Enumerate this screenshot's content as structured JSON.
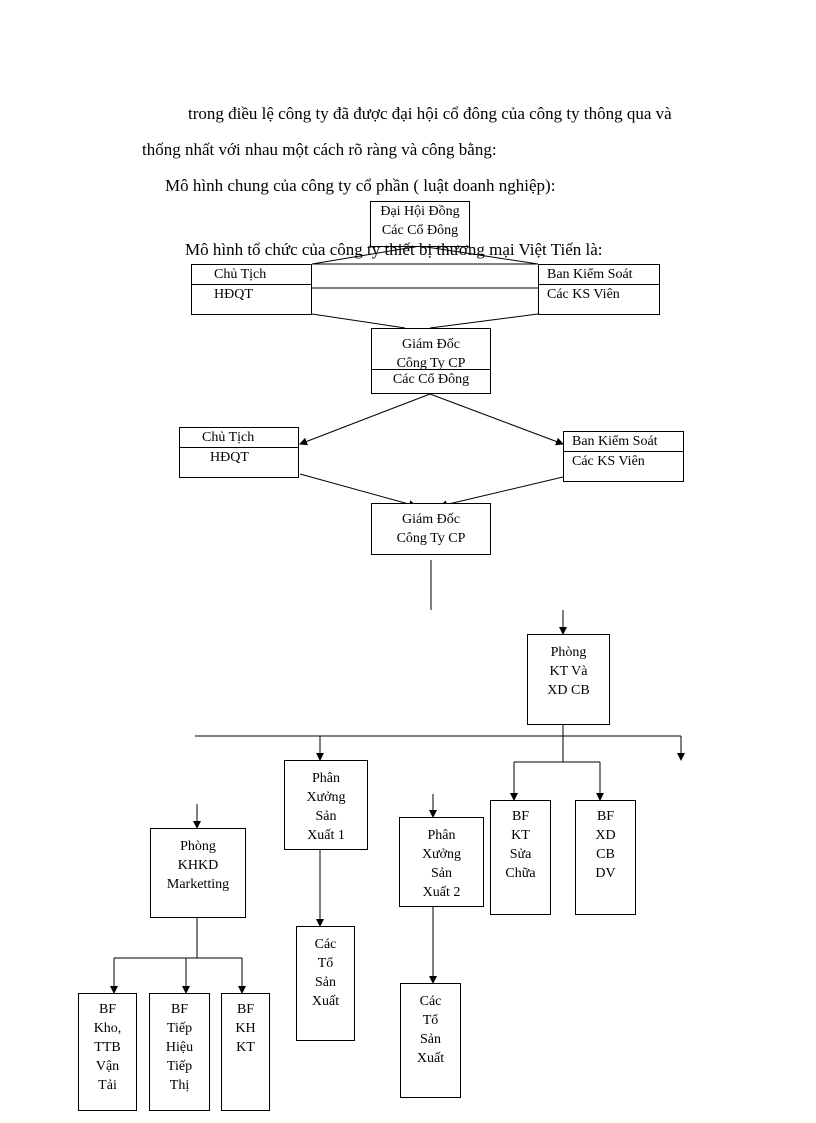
{
  "paragraph": {
    "line1": "trong điều lệ công ty đã được đại hội cổ đông của công ty thông qua và",
    "line2": "thống nhất với nhau một cách rõ ràng và công bằng:",
    "line3": "Mô hình chung của công ty cổ phần ( luật  doanh nghiệp):",
    "line4": "Mô hình tổ chức của công ty thiết bị thương mại Việt  Tiến là:"
  },
  "model_general": {
    "dhdcd": [
      "Đại Hội Đồng",
      "Các Cổ Đông"
    ],
    "chutich": [
      "Chủ Tịch",
      "HĐQT"
    ],
    "bks": [
      "Ban Kiểm Soát",
      "Các KS Viên"
    ],
    "giamdoc": [
      "Giám  Đốc",
      "Công Ty CP"
    ],
    "giamdoc_overlap": "Các Cổ Đông"
  },
  "model_company": {
    "chutich": [
      "Chủ Tịch",
      "HĐQT"
    ],
    "bks": [
      "Ban Kiểm Soát",
      "Các KS Viên"
    ],
    "giamdoc": [
      "Giám  Đốc",
      "Công Ty CP"
    ],
    "phong_kt": [
      "Phòng",
      "KT Và",
      "XD  CB"
    ],
    "px1": [
      "Phân",
      "Xưởng",
      "Sản",
      "Xuất  1"
    ],
    "px2": [
      "Phân",
      "Xưởng",
      "Sản",
      "Xuất  2"
    ],
    "bf_kt": [
      "BF",
      "KT",
      "Sửa",
      "Chữa"
    ],
    "bf_xd": [
      "BF",
      "XD",
      "CB",
      "DV"
    ],
    "phong_khkd": [
      "Phòng",
      "KHKD",
      "Marketting"
    ],
    "to1": [
      "Các",
      "Tổ",
      "Sản",
      "Xuất"
    ],
    "to2": [
      "Các",
      "Tổ",
      "Sản",
      "Xuất"
    ],
    "bf_kho": [
      "BF",
      "Kho,",
      "TTB",
      "Vận",
      "Tải"
    ],
    "bf_tiep": [
      "BF",
      "Tiếp",
      "Hiệu",
      "Tiếp",
      "Thị"
    ],
    "bf_khkt": [
      "BF",
      "KH",
      "KT"
    ]
  }
}
